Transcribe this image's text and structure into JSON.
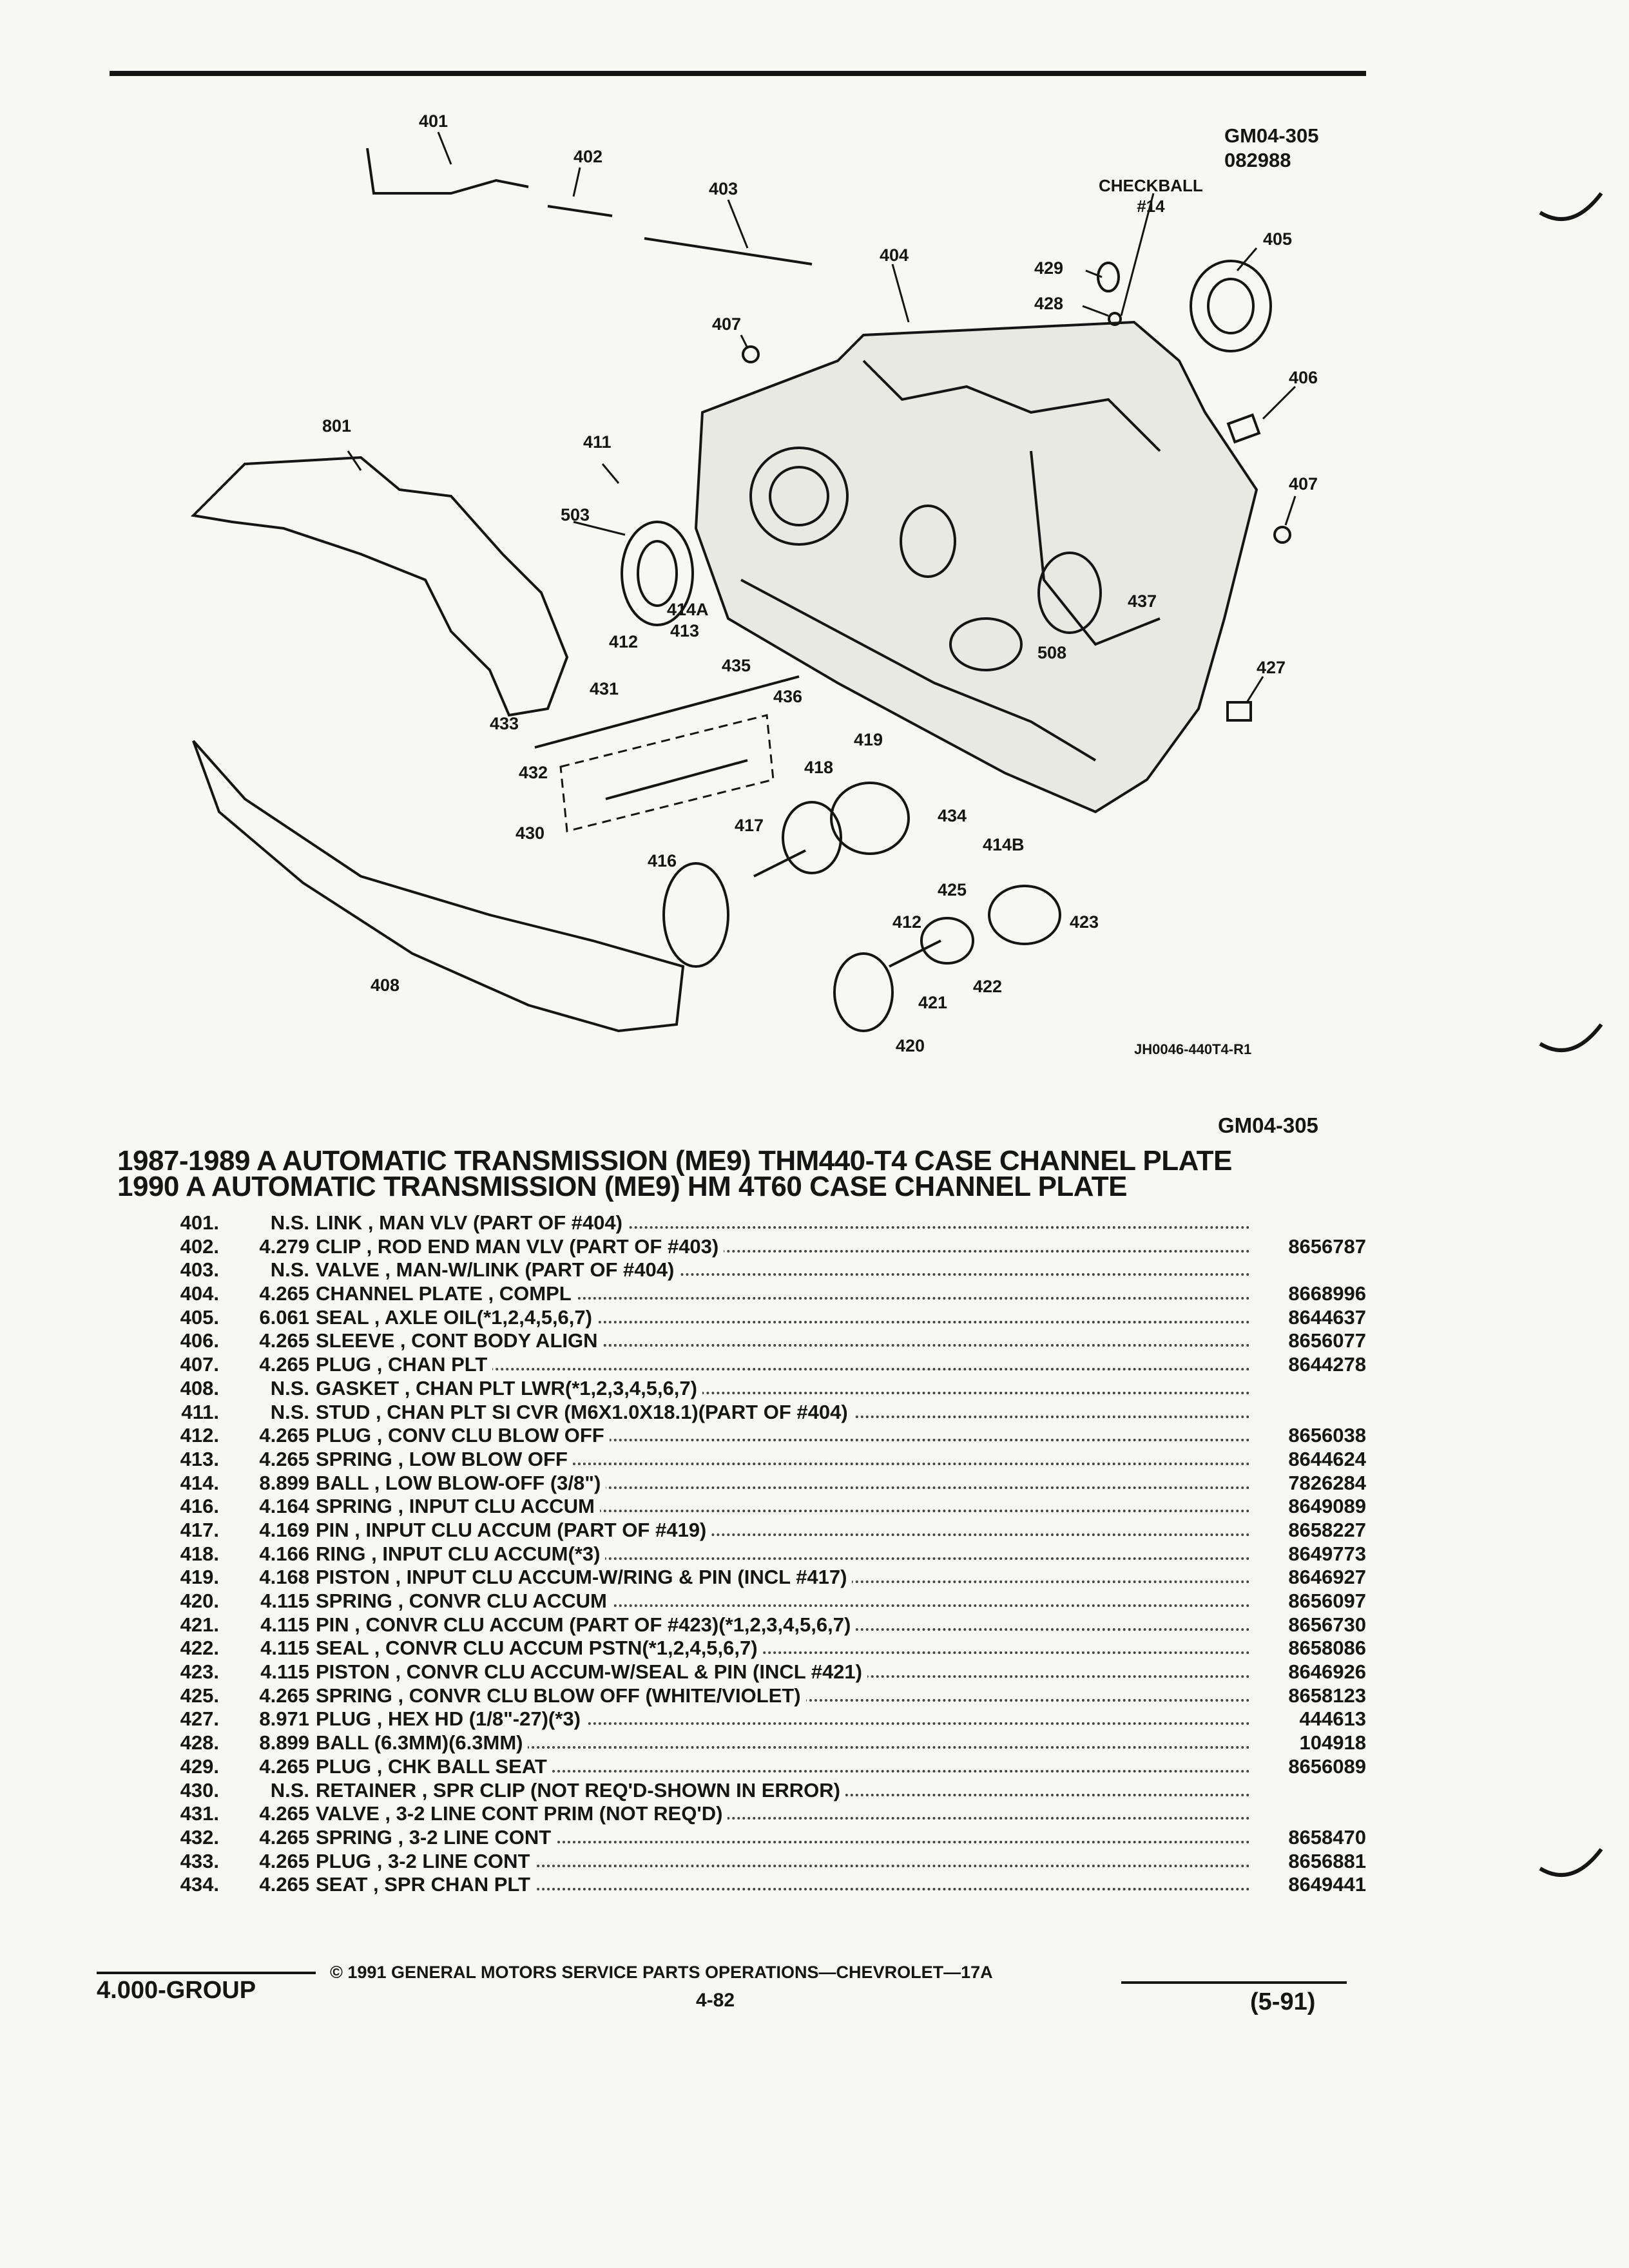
{
  "figure": {
    "code": "GM04-305",
    "date_code": "082988",
    "checkball": [
      "CHECKBALL",
      "#14"
    ],
    "ref": "JH0046-440T4-R1",
    "callouts": [
      "401",
      "402",
      "403",
      "404",
      "405",
      "406",
      "407",
      "407",
      "801",
      "411",
      "503",
      "414A",
      "412",
      "413",
      "435",
      "436",
      "431",
      "433",
      "432",
      "430",
      "419",
      "418",
      "417",
      "416",
      "434",
      "414B",
      "425",
      "412",
      "423",
      "422",
      "421",
      "420",
      "408",
      "437",
      "508",
      "427",
      "429",
      "428"
    ]
  },
  "page_code": "GM04-305",
  "title": {
    "line1": "1987-1989 A AUTOMATIC TRANSMISSION (ME9) THM440-T4 CASE CHANNEL PLATE",
    "line2": "1990 A AUTOMATIC TRANSMISSION (ME9) HM 4T60 CASE CHANNEL PLATE"
  },
  "parts": [
    {
      "num": "401.",
      "grp": "N.S.",
      "desc": "LINK , MAN VLV (PART OF #404)",
      "pn": ""
    },
    {
      "num": "402.",
      "grp": "4.279",
      "desc": "CLIP , ROD END MAN VLV (PART OF #403)",
      "pn": "8656787"
    },
    {
      "num": "403.",
      "grp": "N.S.",
      "desc": "VALVE , MAN-W/LINK (PART OF #404)",
      "pn": ""
    },
    {
      "num": "404.",
      "grp": "4.265",
      "desc": "CHANNEL PLATE , COMPL",
      "pn": "8668996"
    },
    {
      "num": "405.",
      "grp": "6.061",
      "desc": "SEAL , AXLE OIL(*1,2,4,5,6,7)",
      "pn": "8644637"
    },
    {
      "num": "406.",
      "grp": "4.265",
      "desc": "SLEEVE , CONT BODY ALIGN",
      "pn": "8656077"
    },
    {
      "num": "407.",
      "grp": "4.265",
      "desc": "PLUG , CHAN PLT",
      "pn": "8644278"
    },
    {
      "num": "408.",
      "grp": "N.S.",
      "desc": "GASKET , CHAN PLT LWR(*1,2,3,4,5,6,7)",
      "pn": ""
    },
    {
      "num": "411.",
      "grp": "N.S.",
      "desc": "STUD , CHAN PLT SI CVR (M6X1.0X18.1)(PART OF #404)",
      "pn": ""
    },
    {
      "num": "412.",
      "grp": "4.265",
      "desc": "PLUG , CONV CLU BLOW OFF",
      "pn": "8656038"
    },
    {
      "num": "413.",
      "grp": "4.265",
      "desc": "SPRING , LOW BLOW OFF",
      "pn": "8644624"
    },
    {
      "num": "414.",
      "grp": "8.899",
      "desc": "BALL , LOW BLOW-OFF (3/8\")",
      "pn": "7826284"
    },
    {
      "num": "416.",
      "grp": "4.164",
      "desc": "SPRING , INPUT CLU ACCUM",
      "pn": "8649089"
    },
    {
      "num": "417.",
      "grp": "4.169",
      "desc": "PIN , INPUT CLU ACCUM (PART OF #419)",
      "pn": "8658227"
    },
    {
      "num": "418.",
      "grp": "4.166",
      "desc": "RING , INPUT CLU ACCUM(*3)",
      "pn": "8649773"
    },
    {
      "num": "419.",
      "grp": "4.168",
      "desc": "PISTON , INPUT CLU ACCUM-W/RING & PIN (INCL #417)",
      "pn": "8646927"
    },
    {
      "num": "420.",
      "grp": "4.115",
      "desc": "SPRING , CONVR CLU ACCUM",
      "pn": "8656097"
    },
    {
      "num": "421.",
      "grp": "4.115",
      "desc": "PIN , CONVR CLU ACCUM (PART OF #423)(*1,2,3,4,5,6,7)",
      "pn": "8656730"
    },
    {
      "num": "422.",
      "grp": "4.115",
      "desc": "SEAL , CONVR CLU ACCUM PSTN(*1,2,4,5,6,7)",
      "pn": "8658086"
    },
    {
      "num": "423.",
      "grp": "4.115",
      "desc": "PISTON , CONVR CLU ACCUM-W/SEAL & PIN (INCL #421)",
      "pn": "8646926"
    },
    {
      "num": "425.",
      "grp": "4.265",
      "desc": "SPRING , CONVR CLU BLOW OFF (WHITE/VIOLET)",
      "pn": "8658123"
    },
    {
      "num": "427.",
      "grp": "8.971",
      "desc": "PLUG , HEX HD (1/8\"-27)(*3)",
      "pn": "444613"
    },
    {
      "num": "428.",
      "grp": "8.899",
      "desc": "BALL (6.3MM)(6.3MM)",
      "pn": "104918"
    },
    {
      "num": "429.",
      "grp": "4.265",
      "desc": "PLUG , CHK BALL SEAT",
      "pn": "8656089"
    },
    {
      "num": "430.",
      "grp": "N.S.",
      "desc": "RETAINER , SPR CLIP (NOT REQ'D-SHOWN IN ERROR)",
      "pn": ""
    },
    {
      "num": "431.",
      "grp": "4.265",
      "desc": "VALVE , 3-2 LINE CONT PRIM (NOT REQ'D)",
      "pn": ""
    },
    {
      "num": "432.",
      "grp": "4.265",
      "desc": "SPRING , 3-2 LINE CONT",
      "pn": "8658470"
    },
    {
      "num": "433.",
      "grp": "4.265",
      "desc": "PLUG , 3-2 LINE CONT",
      "pn": "8656881"
    },
    {
      "num": "434.",
      "grp": "4.265",
      "desc": "SEAT , SPR CHAN PLT",
      "pn": "8649441"
    }
  ],
  "footer": {
    "copyright": "© 1991 GENERAL MOTORS SERVICE PARTS OPERATIONS—CHEVROLET—17A",
    "group": "4.000-GROUP",
    "page": "4-82",
    "date": "(5-91)"
  }
}
